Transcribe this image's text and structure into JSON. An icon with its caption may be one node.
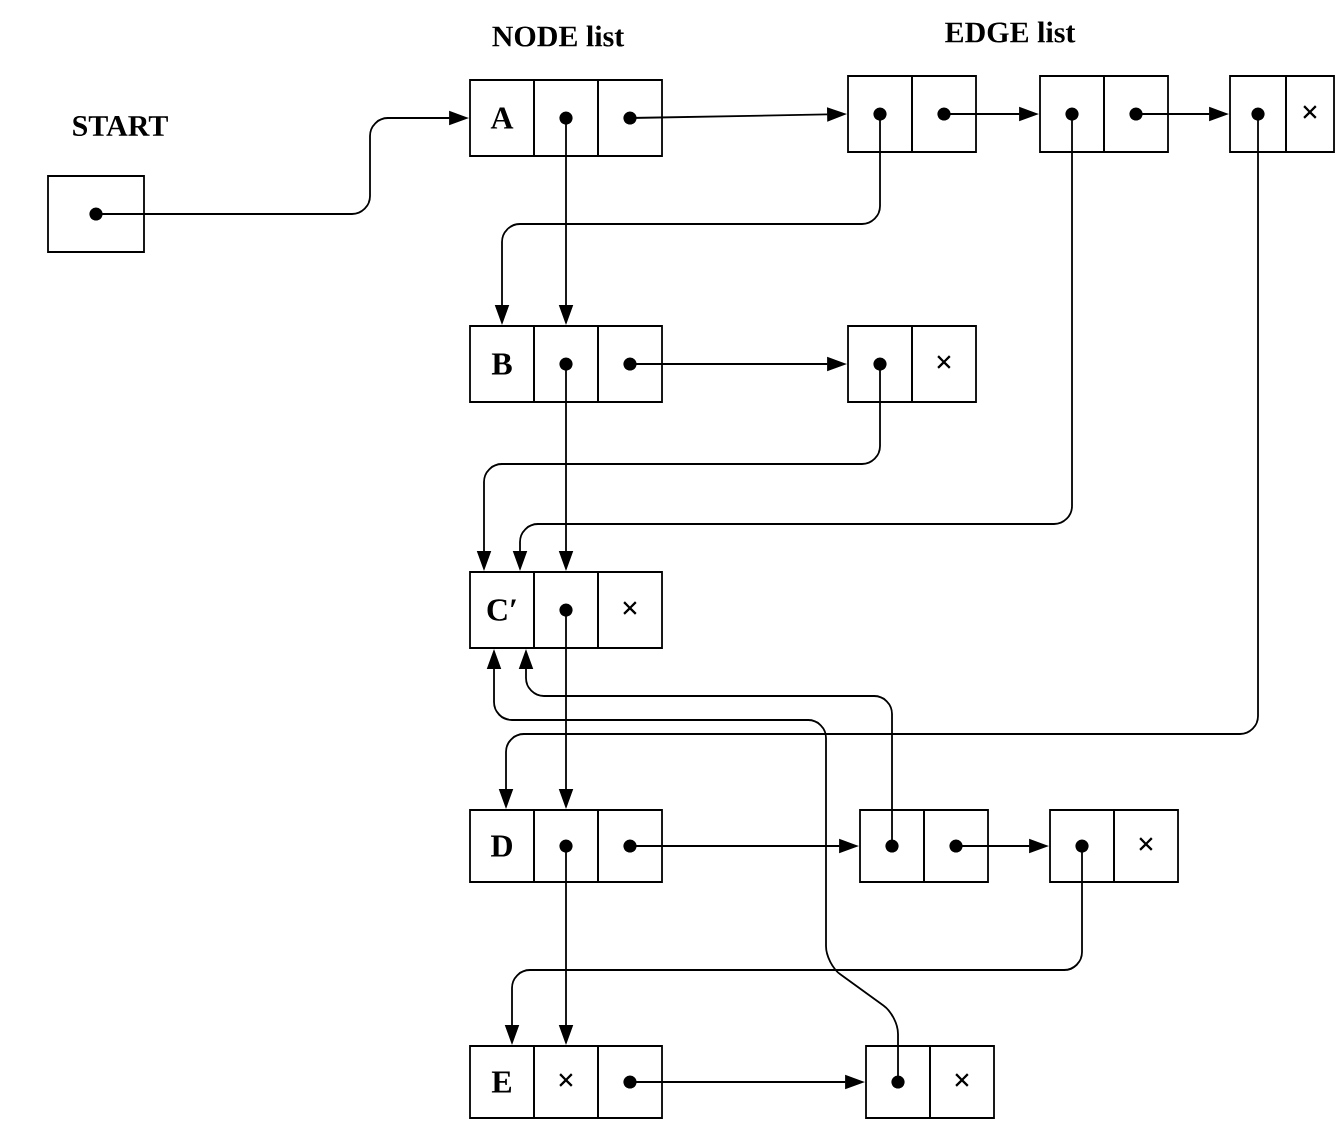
{
  "diagram": {
    "nodes": [
      {
        "text": [
          "START"
        ]
      },
      {
        "text": [
          "A"
        ]
      },
      {
        "text": [],
        "shape": "box"
      },
      {
        "text": [],
        "shape": "box"
      },
      {
        "text": [],
        "shape": "box"
      },
      {
        "text": [],
        "shape": "box"
      },
      {
        "text": [],
        "shape": "box"
      },
      {
        "text": [],
        "shape": "box"
      },
      {
        "text": [],
        "shape": "box"
      },
      {
        "text": [
          "×"
        ]
      },
      {
        "text": [
          "B"
        ]
      },
      {
        "text": [],
        "shape": "box"
      },
      {
        "text": [],
        "shape": "box"
      },
      {
        "text": [],
        "shape": "box"
      },
      {
        "text": [
          "×"
        ]
      },
      {
        "text": [
          "C′"
        ]
      },
      {
        "text": [],
        "shape": "box"
      },
      {
        "text": [
          "×"
        ]
      },
      {
        "text": [
          "D"
        ]
      },
      {
        "text": [],
        "shape": "box"
      },
      {
        "text": [],
        "shape": "box"
      },
      {
        "text": [],
        "shape": "box"
      },
      {
        "text": [],
        "shape": "box"
      },
      {
        "text": [],
        "shape": "box"
      },
      {
        "text": [
          "×"
        ]
      },
      {
        "text": [
          "E"
        ]
      },
      {
        "text": [
          "×"
        ]
      },
      {
        "text": [],
        "shape": "box"
      },
      {
        "text": [],
        "shape": "box"
      },
      {
        "text": [
          "×"
        ]
      }
    ],
    "edges": [
      {
        "from": 0,
        "to": 1,
        "arrow": "to"
      },
      {
        "from": 2,
        "to": 11,
        "arrow": "to"
      },
      {
        "from": 3,
        "to": 4,
        "arrow": "to"
      },
      {
        "from": 5,
        "to": 6,
        "arrow": "to"
      },
      {
        "from": 7,
        "to": 8,
        "arrow": "to"
      },
      {
        "from": 4,
        "to": 10,
        "arrow": "to"
      },
      {
        "from": 6,
        "to": 15,
        "arrow": "to"
      },
      {
        "from": 8,
        "to": 18,
        "arrow": "to"
      },
      {
        "from": 11,
        "to": 16,
        "arrow": "to"
      },
      {
        "from": 12,
        "to": 13,
        "arrow": "to"
      },
      {
        "from": 13,
        "to": 15,
        "arrow": "to"
      },
      {
        "from": 16,
        "to": 19,
        "arrow": "to"
      },
      {
        "from": 20,
        "to": 21,
        "arrow": "to"
      },
      {
        "from": 22,
        "to": 23,
        "arrow": "to"
      },
      {
        "from": 21,
        "to": 15,
        "arrow": "to"
      },
      {
        "from": 23,
        "to": 25,
        "arrow": "to"
      },
      {
        "from": 19,
        "to": 26,
        "arrow": "to"
      },
      {
        "from": 27,
        "to": 28,
        "arrow": "to"
      },
      {
        "from": 28,
        "to": 15,
        "arrow": "to"
      }
    ],
    "labels": [
      "NODE list",
      "EDGE list"
    ]
  }
}
